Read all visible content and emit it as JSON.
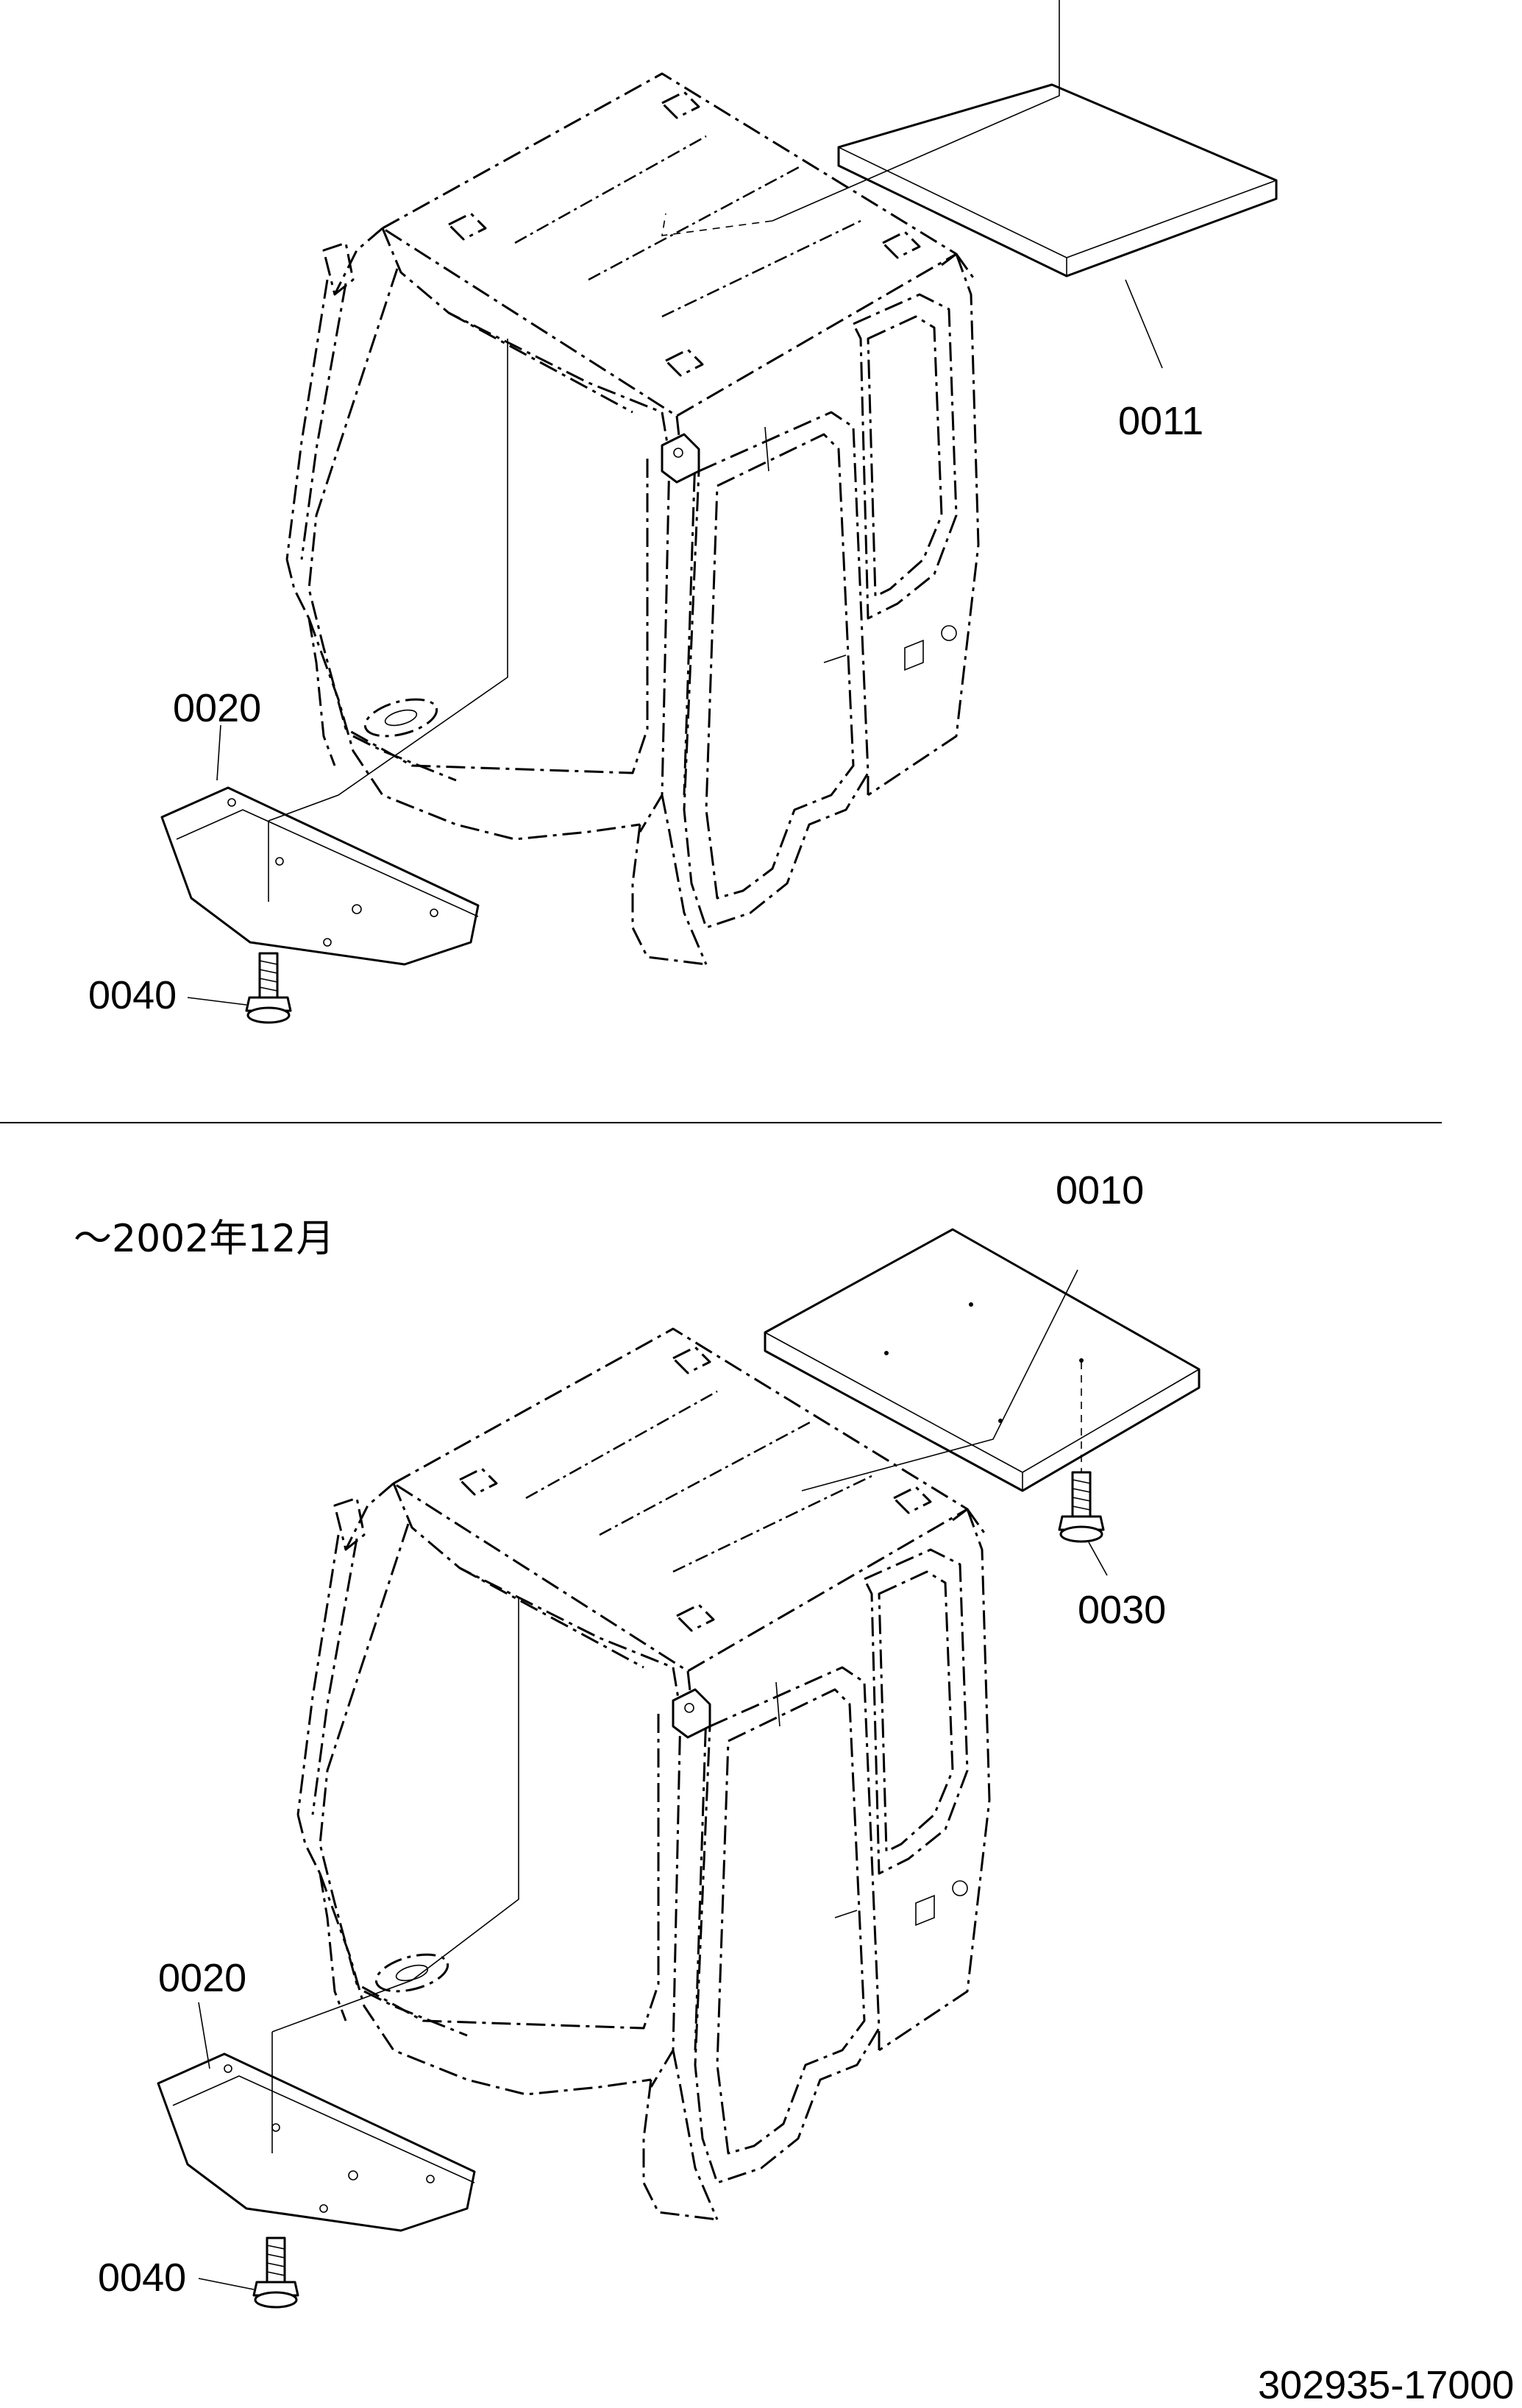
{
  "upper_view": {
    "callouts": [
      {
        "id": "0011",
        "label": "0011"
      },
      {
        "id": "0020",
        "label": "0020"
      },
      {
        "id": "0040",
        "label": "0040"
      }
    ]
  },
  "lower_view": {
    "note": "～2002年12月",
    "callouts": [
      {
        "id": "0010",
        "label": "0010"
      },
      {
        "id": "0030",
        "label": "0030"
      },
      {
        "id": "0020",
        "label": "0020"
      },
      {
        "id": "0040",
        "label": "0040"
      }
    ]
  },
  "drawing_number": "302935-17000"
}
